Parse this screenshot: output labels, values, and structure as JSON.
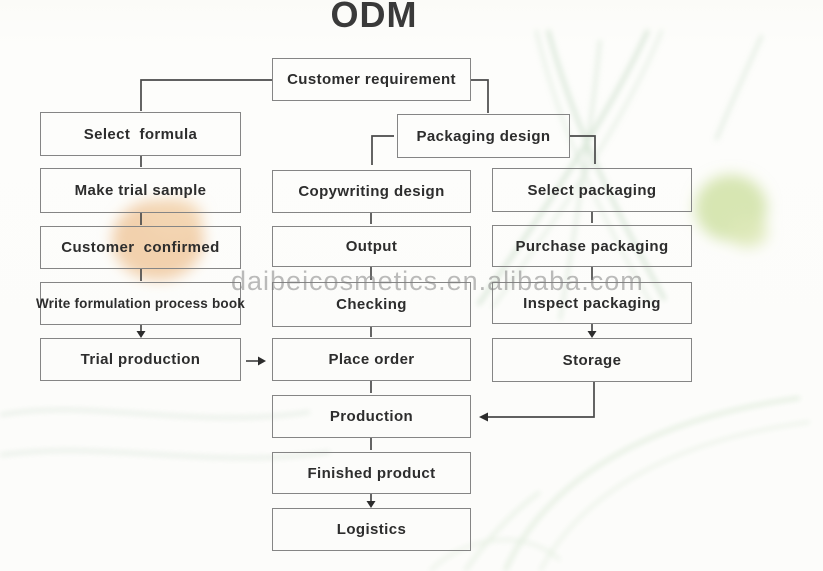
{
  "title": "ODM",
  "watermark": "daibeicosmetics.en.alibaba.com",
  "colors": {
    "background": "#fdfdfb",
    "box_border": "#858585",
    "box_text": "#2d2d2d",
    "connector": "#4a4a4a",
    "title_text": "#3a3a3a",
    "watermark_text": "#7d7d7d",
    "deco_green_stem": "#bdd6bd",
    "deco_green_blob": "#cde0a0",
    "deco_orange_blob": "#f0c9a0"
  },
  "nodes": {
    "customer_requirement": {
      "label": "Customer requirement"
    },
    "select_formula": {
      "label": "Select  formula"
    },
    "make_trial_sample": {
      "label": "Make trial sample"
    },
    "customer_confirmed": {
      "label": "Customer  confirmed"
    },
    "write_formulation": {
      "label": "Write formulation process book"
    },
    "trial_production": {
      "label": "Trial production"
    },
    "packaging_design": {
      "label": "Packaging design"
    },
    "copywriting_design": {
      "label": "Copywriting design"
    },
    "output": {
      "label": "Output"
    },
    "checking": {
      "label": "Checking"
    },
    "place_order": {
      "label": "Place order"
    },
    "production": {
      "label": "Production"
    },
    "finished_product": {
      "label": "Finished product"
    },
    "logistics": {
      "label": "Logistics"
    },
    "select_packaging": {
      "label": "Select packaging"
    },
    "purchase_packaging": {
      "label": "Purchase packaging"
    },
    "inspect_packaging": {
      "label": "Inspect packaging"
    },
    "storage": {
      "label": "Storage"
    }
  },
  "edges": [
    {
      "from": "Customer requirement",
      "to": "Select formula"
    },
    {
      "from": "Customer requirement",
      "to": "Packaging design"
    },
    {
      "from": "Select formula",
      "to": "Make trial sample"
    },
    {
      "from": "Make trial sample",
      "to": "Customer confirmed"
    },
    {
      "from": "Customer confirmed",
      "to": "Write formulation process book"
    },
    {
      "from": "Write formulation process book",
      "to": "Trial production",
      "arrow": true
    },
    {
      "from": "Trial production",
      "to": "Place order",
      "arrow": true
    },
    {
      "from": "Packaging design",
      "to": "Copywriting design"
    },
    {
      "from": "Packaging design",
      "to": "Select packaging"
    },
    {
      "from": "Copywriting design",
      "to": "Output"
    },
    {
      "from": "Output",
      "to": "Checking"
    },
    {
      "from": "Checking",
      "to": "Place order"
    },
    {
      "from": "Place order",
      "to": "Production"
    },
    {
      "from": "Production",
      "to": "Finished product"
    },
    {
      "from": "Finished product",
      "to": "Logistics",
      "arrow": true
    },
    {
      "from": "Select packaging",
      "to": "Purchase packaging"
    },
    {
      "from": "Purchase packaging",
      "to": "Inspect packaging"
    },
    {
      "from": "Inspect packaging",
      "to": "Storage",
      "arrow": true
    },
    {
      "from": "Storage",
      "to": "Production",
      "arrow": true
    }
  ]
}
